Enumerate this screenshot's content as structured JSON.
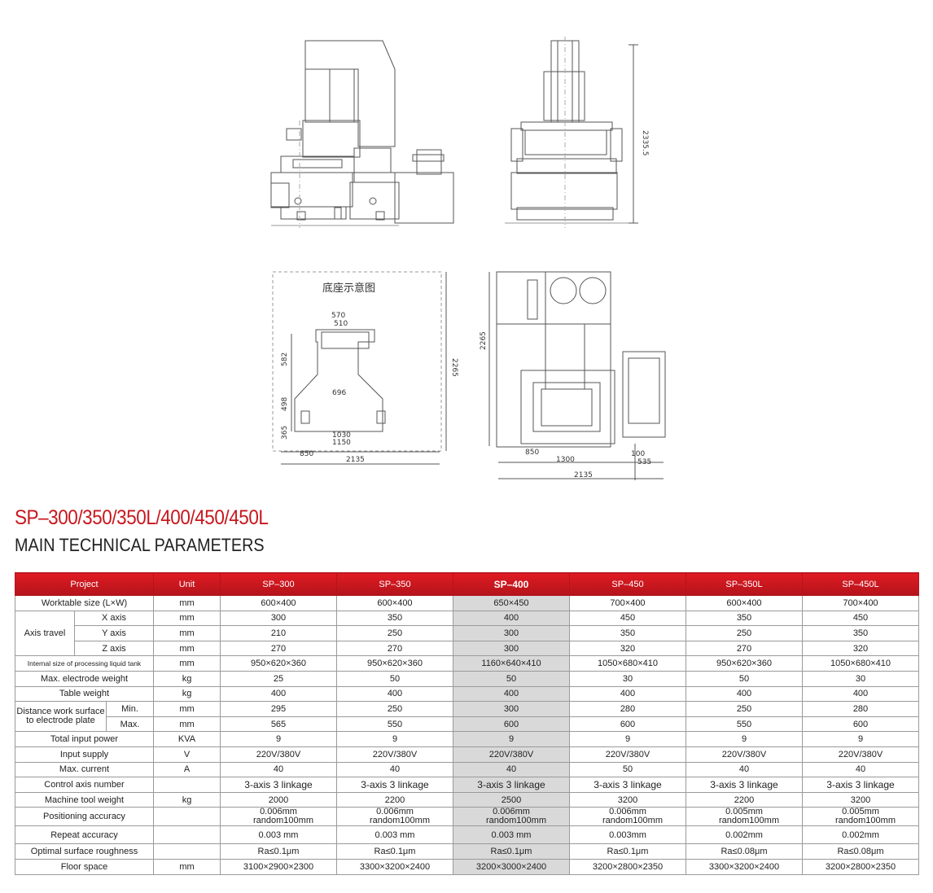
{
  "drawings": {
    "top_right_height": "2335.5",
    "base_label": "底座示意图",
    "base_dims": [
      "570",
      "510",
      "582",
      "696",
      "498",
      "365",
      "1030",
      "1150",
      "850",
      "2135",
      "2265"
    ],
    "plan_dims": [
      "2265",
      "850",
      "1300",
      "100",
      "535",
      "2135"
    ]
  },
  "heading": {
    "model": "SP–300/350/350L/400/450/450L",
    "subtitle": "MAIN TECHNICAL PARAMETERS"
  },
  "colors": {
    "accent": "#c8161d",
    "highlight_column": "#d9d9d9"
  },
  "table": {
    "headers": {
      "project": "Project",
      "unit": "Unit",
      "models": [
        "SP–300",
        "SP–350",
        "SP–400",
        "SP–450",
        "SP–350L",
        "SP–450L"
      ]
    },
    "rows": [
      {
        "label": "Worktable size (L×W)",
        "unit": "mm",
        "values": [
          "600×400",
          "600×400",
          "650×450",
          "700×400",
          "600×400",
          "700×400"
        ]
      },
      {
        "group": "Axis travel",
        "label": "X axis",
        "unit": "mm",
        "values": [
          "300",
          "350",
          "400",
          "450",
          "350",
          "450"
        ]
      },
      {
        "label": "Y axis",
        "unit": "mm",
        "values": [
          "210",
          "250",
          "300",
          "350",
          "250",
          "350"
        ]
      },
      {
        "label": "Z axis",
        "unit": "mm",
        "values": [
          "270",
          "270",
          "300",
          "320",
          "270",
          "320"
        ]
      },
      {
        "label": "Internal size of processing liquid tank",
        "unit": "mm",
        "values": [
          "950×620×360",
          "950×620×360",
          "1160×640×410",
          "1050×680×410",
          "950×620×360",
          "1050×680×410"
        ]
      },
      {
        "label": "Max. electrode weight",
        "unit": "kg",
        "values": [
          "25",
          "50",
          "50",
          "30",
          "50",
          "30"
        ]
      },
      {
        "label": "Table weight",
        "unit": "kg",
        "values": [
          "400",
          "400",
          "400",
          "400",
          "400",
          "400"
        ]
      },
      {
        "group": "Distance work surface to electrode plate",
        "label": "Min.",
        "unit": "mm",
        "values": [
          "295",
          "250",
          "300",
          "280",
          "250",
          "280"
        ]
      },
      {
        "label": "Max.",
        "unit": "mm",
        "values": [
          "565",
          "550",
          "600",
          "600",
          "550",
          "600"
        ]
      },
      {
        "label": "Total input power",
        "unit": "KVA",
        "values": [
          "9",
          "9",
          "9",
          "9",
          "9",
          "9"
        ]
      },
      {
        "label": "Input supply",
        "unit": "V",
        "values": [
          "220V/380V",
          "220V/380V",
          "220V/380V",
          "220V/380V",
          "220V/380V",
          "220V/380V"
        ]
      },
      {
        "label": "Max. current",
        "unit": "A",
        "values": [
          "40",
          "40",
          "40",
          "50",
          "40",
          "40"
        ]
      },
      {
        "label": "Control axis number",
        "unit": "",
        "values": [
          "3-axis 3 linkage",
          "3-axis 3 linkage",
          "3-axis 3 linkage",
          "3-axis 3 linkage",
          "3-axis 3 linkage",
          "3-axis 3 linkage"
        ]
      },
      {
        "label": "Machine tool weight",
        "unit": "kg",
        "values": [
          "2000",
          "2200",
          "2500",
          "3200",
          "2200",
          "3200"
        ]
      },
      {
        "label": "Positioning accuracy",
        "unit": "",
        "values": [
          "0.006mm random100mm",
          "0.006mm random100mm",
          "0.006mm random100mm",
          "0.006mm random100mm",
          "0.005mm random100mm",
          "0.005mm random100mm"
        ]
      },
      {
        "label": "Repeat accuracy",
        "unit": "",
        "values": [
          "0.003 mm",
          "0.003 mm",
          "0.003 mm",
          "0.003mm",
          "0.002mm",
          "0.002mm"
        ]
      },
      {
        "label": "Optimal surface roughness",
        "unit": "",
        "values": [
          "Ra≤0.1μm",
          "Ra≤0.1μm",
          "Ra≤0.1μm",
          "Ra≤0.1μm",
          "Ra≤0.08μm",
          "Ra≤0.08μm"
        ]
      },
      {
        "label": "Floor space",
        "unit": "mm",
        "values": [
          "3100×2900×2300",
          "3300×3200×2400",
          "3200×3000×2400",
          "3200×2800×2350",
          "3300×3200×2400",
          "3200×2800×2350"
        ]
      }
    ]
  }
}
